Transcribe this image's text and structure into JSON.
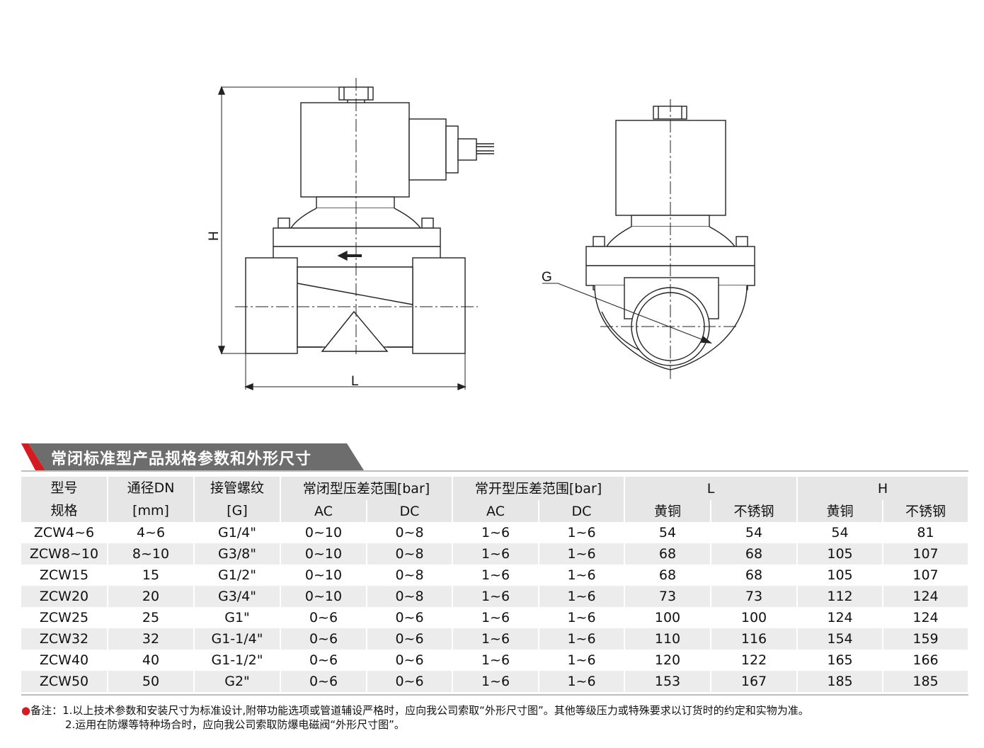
{
  "drawing": {
    "label_h": "H",
    "label_l": "L",
    "label_g": "G"
  },
  "section": {
    "title": "常闭标准型产品规格参数和外形尺寸"
  },
  "table": {
    "h_model_1": "型号",
    "h_model_2": "规格",
    "h_dn_1": "通径DN",
    "h_dn_2": "[mm]",
    "h_thread_1": "接管螺纹",
    "h_thread_2": "[G]",
    "h_nc": "常闭型压差范围[bar]",
    "h_no": "常开型压差范围[bar]",
    "h_l": "L",
    "h_h": "H",
    "h_ac": "AC",
    "h_dc": "DC",
    "h_brass": "黄铜",
    "h_ss": "不锈钢",
    "rows": [
      [
        "ZCW4~6",
        "4~6",
        "G1/4\"",
        "0~10",
        "0~8",
        "1~6",
        "1~6",
        "54",
        "54",
        "54",
        "81"
      ],
      [
        "ZCW8~10",
        "8~10",
        "G3/8\"",
        "0~10",
        "0~8",
        "1~6",
        "1~6",
        "68",
        "68",
        "105",
        "107"
      ],
      [
        "ZCW15",
        "15",
        "G1/2\"",
        "0~10",
        "0~8",
        "1~6",
        "1~6",
        "68",
        "68",
        "105",
        "107"
      ],
      [
        "ZCW20",
        "20",
        "G3/4\"",
        "0~10",
        "0~8",
        "1~6",
        "1~6",
        "73",
        "73",
        "112",
        "124"
      ],
      [
        "ZCW25",
        "25",
        "G1\"",
        "0~6",
        "0~6",
        "1~6",
        "1~6",
        "100",
        "100",
        "124",
        "124"
      ],
      [
        "ZCW32",
        "32",
        "G1-1/4\"",
        "0~6",
        "0~6",
        "1~6",
        "1~6",
        "110",
        "116",
        "154",
        "159"
      ],
      [
        "ZCW40",
        "40",
        "G1-1/2\"",
        "0~6",
        "0~6",
        "1~6",
        "1~6",
        "120",
        "122",
        "165",
        "166"
      ],
      [
        "ZCW50",
        "50",
        "G2\"",
        "0~6",
        "0~6",
        "1~6",
        "1~6",
        "153",
        "167",
        "185",
        "185"
      ]
    ]
  },
  "notes": {
    "bullet": "●",
    "line1": "备注：1.以上技术参数和安装尺寸为标准设计,附带功能选项或管道辅设严格时，应向我公司索取“外形尺寸图”。其他等级压力或特殊要求以订货时的约定和实物为准。",
    "line2": "2.运用在防爆等特种场合时，应向我公司索取防爆电磁阀“外形尺寸图”。"
  },
  "colors": {
    "accent": "#d71920",
    "title_bg": "#6d6d6d",
    "header_bg": "#e6e6e6",
    "stripe": "#ececec"
  }
}
